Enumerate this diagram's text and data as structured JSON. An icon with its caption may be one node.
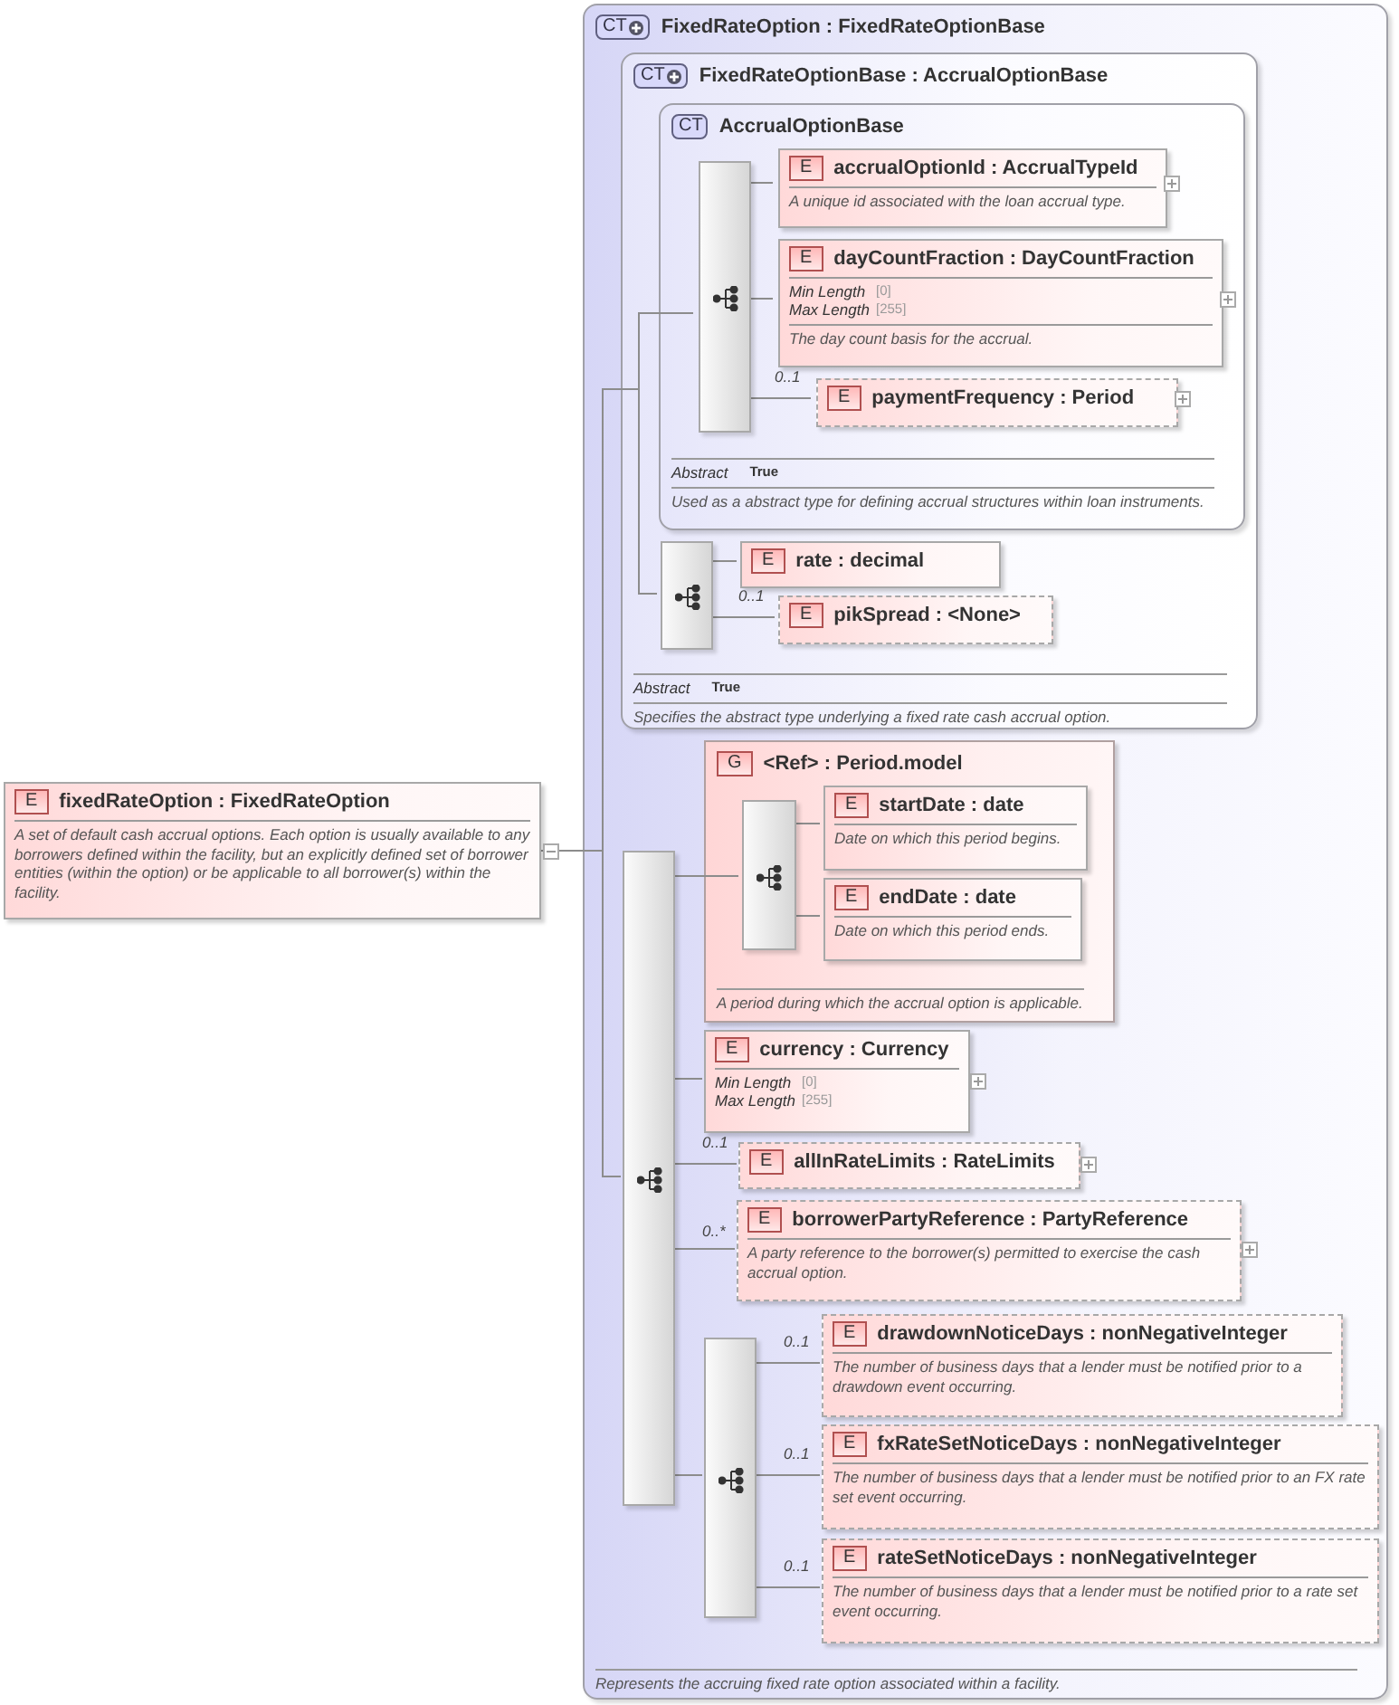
{
  "diagram": {
    "nodes": [
      {
        "text": [
          "E",
          "fixedRateOption : FixedRateOption",
          "A set of default cash accrual options. Each option is usually available to any borrowers defined within the facility, but an explicitly defined set of borrower entities (within the option) or be applicable to all borrower(s) within the facility."
        ]
      },
      {
        "text": [
          "CT",
          "FixedRateOption : FixedRateOptionBase",
          "Represents the accruing fixed rate option associated within a facility."
        ]
      },
      {
        "text": [
          "CT",
          "FixedRateOptionBase : AccrualOptionBase",
          "Abstract",
          "True",
          "Specifies the abstract type underlying a fixed rate cash accrual option."
        ],
        "in": 1
      },
      {
        "text": [
          "CT",
          "AccrualOptionBase",
          "Abstract",
          "True",
          "Used as a abstract type for defining accrual structures within loan instruments."
        ],
        "in": 2
      },
      {
        "text": [],
        "shape": "box",
        "in": 3
      },
      {
        "text": [
          "E",
          "accrualOptionId : AccrualTypeId",
          "A unique id associated with the loan accrual type."
        ],
        "in": 3
      },
      {
        "text": [
          "E",
          "dayCountFraction : DayCountFraction",
          "Min Length",
          "[0]",
          "Max Length",
          "[255]",
          "The day count basis for the accrual."
        ],
        "in": 3
      },
      {
        "text": [
          "E",
          "paymentFrequency : Period"
        ],
        "in": 3
      },
      {
        "text": [],
        "shape": "box",
        "in": 2
      },
      {
        "text": [
          "E",
          "rate : decimal"
        ],
        "in": 2
      },
      {
        "text": [
          "E",
          "pikSpread : <None>"
        ],
        "in": 2
      },
      {
        "text": [],
        "shape": "box",
        "in": 1
      },
      {
        "text": [
          "G",
          "<Ref> : Period.model",
          "A period during which the accrual option is applicable."
        ],
        "in": 1
      },
      {
        "text": [],
        "shape": "box",
        "in": 12
      },
      {
        "text": [
          "E",
          "startDate : date",
          "Date on which this period begins."
        ],
        "in": 12
      },
      {
        "text": [
          "E",
          "endDate : date",
          "Date on which this period ends."
        ],
        "in": 12
      },
      {
        "text": [
          "E",
          "currency : Currency",
          "Min Length",
          "[0]",
          "Max Length",
          "[255]"
        ],
        "in": 1
      },
      {
        "text": [
          "E",
          "allInRateLimits : RateLimits"
        ],
        "in": 1
      },
      {
        "text": [
          "E",
          "borrowerPartyReference : PartyReference",
          "A party reference to the borrower(s) permitted to exercise the cash accrual option."
        ],
        "in": 1
      },
      {
        "text": [],
        "shape": "box",
        "in": 1
      },
      {
        "text": [
          "E",
          "drawdownNoticeDays : nonNegativeInteger",
          "The number of business days that a lender must be notified prior to a drawdown event occurring."
        ],
        "in": 1
      },
      {
        "text": [
          "E",
          "fxRateSetNoticeDays : nonNegativeInteger",
          "The number of business days that a lender must be notified prior to an FX rate set event occurring."
        ],
        "in": 1
      },
      {
        "text": [
          "E",
          "rateSetNoticeDays : nonNegativeInteger",
          "The number of business days that a lender must be notified prior to a rate set event occurring."
        ],
        "in": 1
      }
    ],
    "edges": [
      {
        "from": 0,
        "to": 4,
        "arrow": "none"
      },
      {
        "from": 0,
        "to": 8,
        "arrow": "none"
      },
      {
        "from": 0,
        "to": 11,
        "arrow": "none"
      },
      {
        "from": 4,
        "to": 5,
        "arrow": "none"
      },
      {
        "from": 4,
        "to": 6,
        "arrow": "none"
      },
      {
        "from": 4,
        "to": 7,
        "label": "0..1",
        "arrow": "none"
      },
      {
        "from": 8,
        "to": 9,
        "arrow": "none"
      },
      {
        "from": 8,
        "to": 10,
        "label": "0..1",
        "arrow": "none"
      },
      {
        "from": 11,
        "to": 13,
        "arrow": "none"
      },
      {
        "from": 13,
        "to": 14,
        "arrow": "none"
      },
      {
        "from": 13,
        "to": 15,
        "arrow": "none"
      },
      {
        "from": 11,
        "to": 16,
        "arrow": "none"
      },
      {
        "from": 11,
        "to": 17,
        "label": "0..1",
        "arrow": "none"
      },
      {
        "from": 11,
        "to": 18,
        "label": "0..*",
        "arrow": "none"
      },
      {
        "from": 11,
        "to": 19,
        "arrow": "none"
      },
      {
        "from": 19,
        "to": 20,
        "label": "0..1",
        "arrow": "none"
      },
      {
        "from": 19,
        "to": 21,
        "label": "0..1",
        "arrow": "none"
      },
      {
        "from": 19,
        "to": 22,
        "label": "0..1",
        "arrow": "none"
      }
    ]
  }
}
